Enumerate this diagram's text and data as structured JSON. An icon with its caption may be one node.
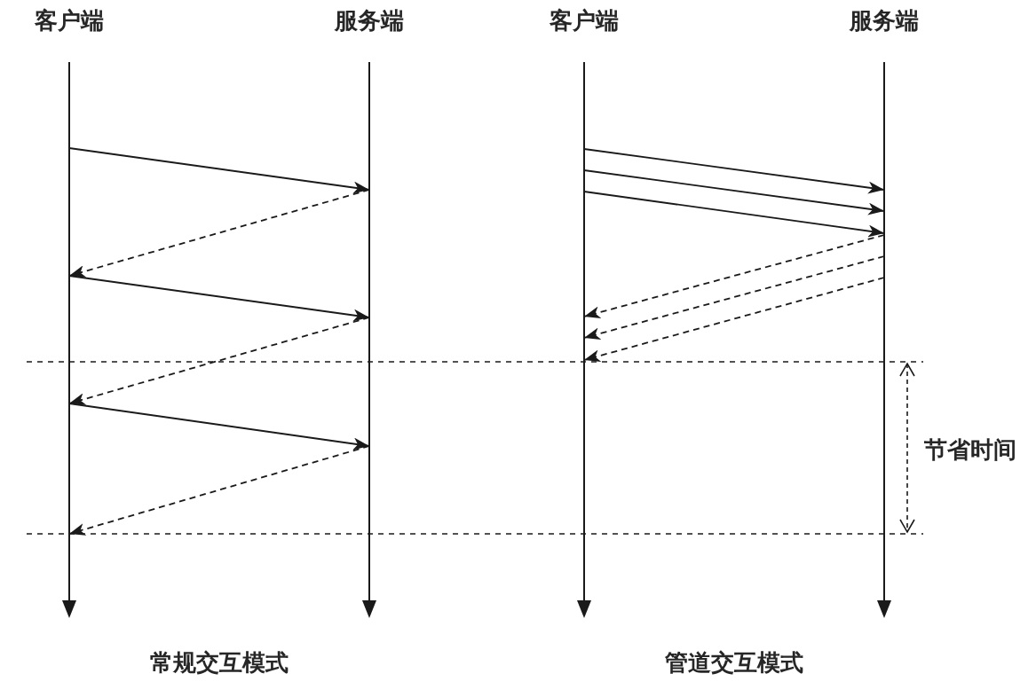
{
  "diagram": {
    "nodes": [
      {
        "text": [
          "客户端"
        ]
      },
      {
        "text": [
          "服务端"
        ]
      },
      {
        "text": [
          "客户端"
        ]
      },
      {
        "text": [
          "服务端"
        ]
      }
    ],
    "edges": [
      {
        "from": 0,
        "to": 1,
        "arrow": "to"
      },
      {
        "from": 1,
        "to": 0,
        "arrow": "to",
        "style": "dashed"
      },
      {
        "from": 0,
        "to": 1,
        "arrow": "to"
      },
      {
        "from": 1,
        "to": 0,
        "arrow": "to",
        "style": "dashed"
      },
      {
        "from": 0,
        "to": 1,
        "arrow": "to"
      },
      {
        "from": 1,
        "to": 0,
        "arrow": "to",
        "style": "dashed"
      },
      {
        "from": 2,
        "to": 3,
        "arrow": "to"
      },
      {
        "from": 2,
        "to": 3,
        "arrow": "to"
      },
      {
        "from": 2,
        "to": 3,
        "arrow": "to"
      },
      {
        "from": 3,
        "to": 2,
        "arrow": "to",
        "style": "dashed"
      },
      {
        "from": 3,
        "to": 2,
        "arrow": "to",
        "style": "dashed"
      },
      {
        "from": 3,
        "to": 2,
        "arrow": "to",
        "style": "dashed"
      }
    ],
    "labels": [
      "节省时间",
      "常规交互模式",
      "管道交互模式"
    ]
  }
}
